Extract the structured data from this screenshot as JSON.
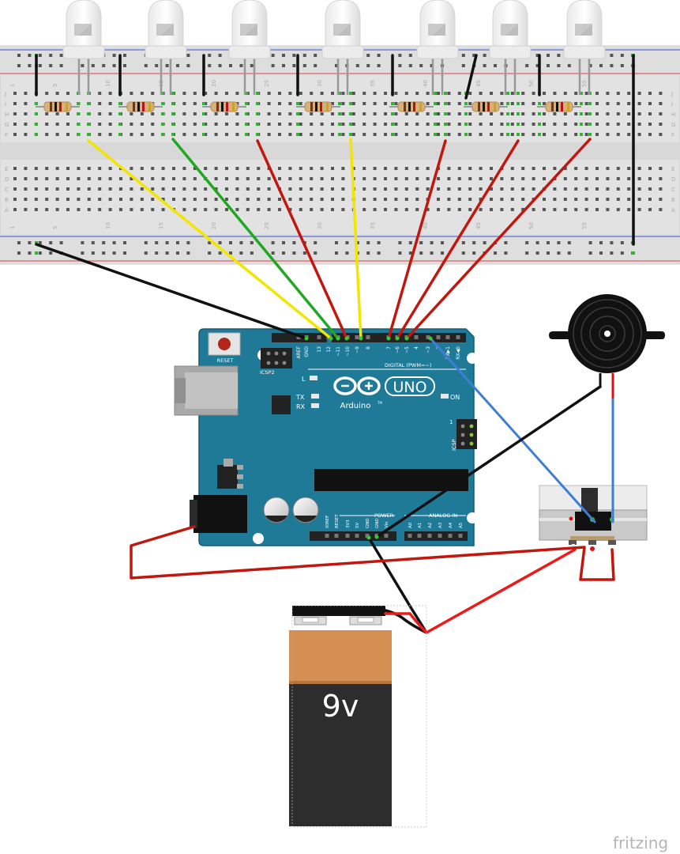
{
  "breadboard": {
    "row_letters_top": [
      "J",
      "I",
      "H",
      "G",
      "F"
    ],
    "row_letters_bottom": [
      "E",
      "D",
      "C",
      "B",
      "A"
    ],
    "column_numbers_top": [
      "1",
      "5",
      "10",
      "15",
      "20",
      "25",
      "30",
      "35",
      "40",
      "45",
      "50",
      "55"
    ],
    "column_numbers_bottom": [
      "1",
      "5",
      "10",
      "15",
      "20",
      "25",
      "30",
      "35",
      "40",
      "45",
      "50",
      "55"
    ]
  },
  "leds": {
    "count": 7
  },
  "arduino": {
    "reset_label": "RESET",
    "icsp2_label": "ICSP2",
    "icsp_label": "ICSP",
    "l_label": "L",
    "tx_label": "TX",
    "rx_label": "RX",
    "on_label": "ON",
    "uno_label": "UNO",
    "brand_label": "Arduino",
    "tm_label": "TM",
    "digital_label": "DIGITAL (PWM=~)",
    "power_label": "POWER",
    "analog_label": "ANALOG IN",
    "icsp_pin1": "1",
    "top_pins": [
      "AREF",
      "GND",
      "13",
      "12",
      "~11",
      "~10",
      "~9",
      "8",
      "7",
      "~6",
      "~5",
      "4",
      "~3",
      "2",
      "TX▶1",
      "RX◀0"
    ],
    "power_pins": [
      "IOREF",
      "RESET",
      "3V3",
      "5V",
      "GND",
      "GND",
      "Vin"
    ],
    "analog_pins": [
      "A0",
      "A1",
      "A2",
      "A3",
      "A4",
      "A5"
    ]
  },
  "battery": {
    "label": "9v"
  },
  "watermark": {
    "text": "fritzing"
  },
  "colors": {
    "board_blue": "#1f7a98",
    "wire_yellow": "#f2e600",
    "wire_green": "#21a821",
    "wire_red": "#c1170f",
    "wire_black": "#111111",
    "wire_blue": "#3d7fd6",
    "battery_orange": "#d68f52",
    "battery_black": "#2d2d2d"
  }
}
